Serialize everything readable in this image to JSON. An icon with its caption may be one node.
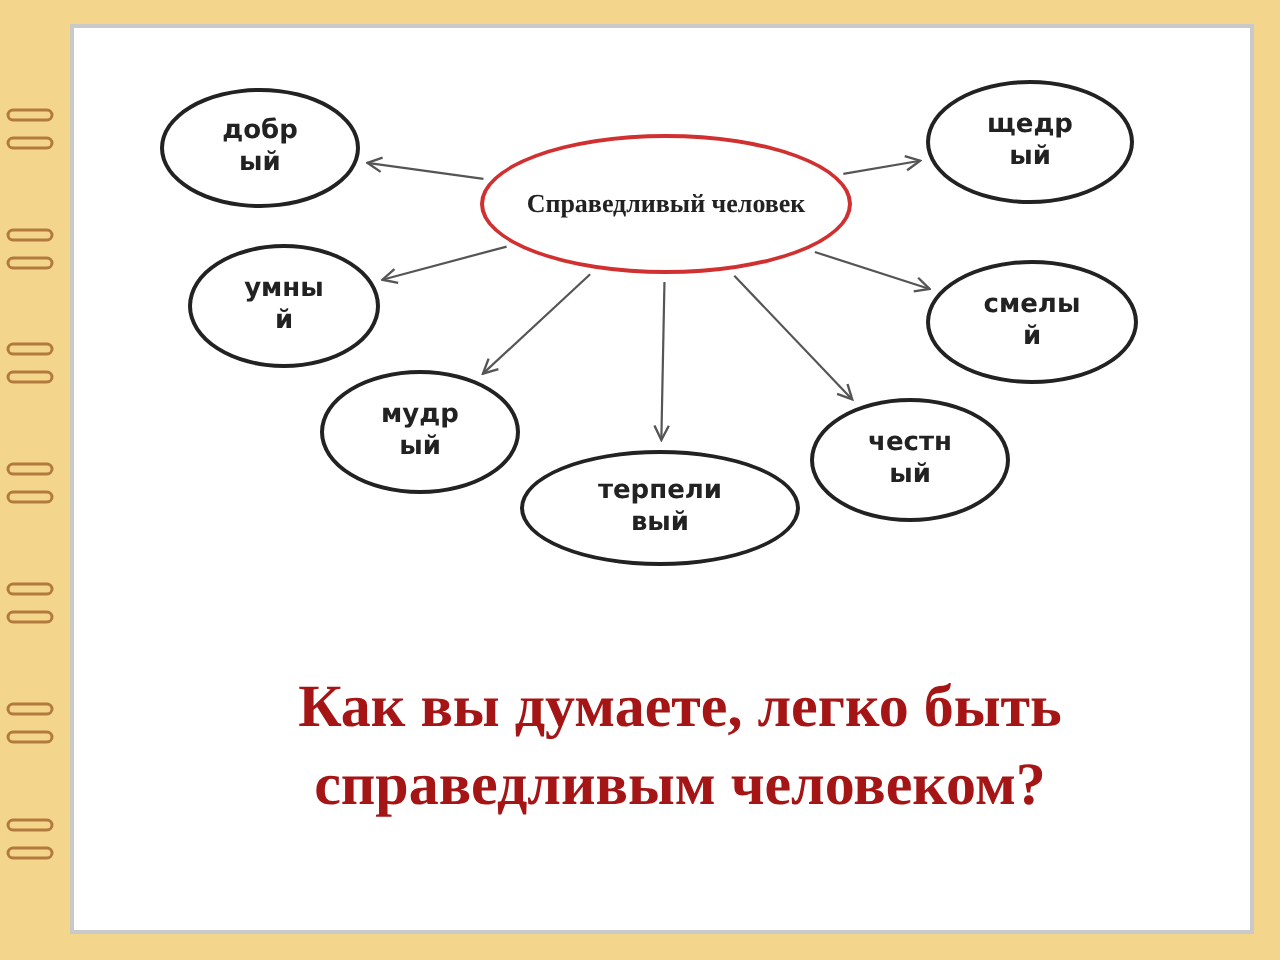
{
  "diagram": {
    "nodes": [
      {
        "text": [
          "добр ый"
        ]
      },
      {
        "text": [
          "Справедливый человек"
        ]
      },
      {
        "text": [
          "щедр ый"
        ]
      },
      {
        "text": [
          "умны й"
        ]
      },
      {
        "text": [
          "смелы й"
        ]
      },
      {
        "text": [
          "мудр ый"
        ]
      },
      {
        "text": [
          "честн ый"
        ]
      },
      {
        "text": [
          "терпели вый"
        ]
      }
    ],
    "edges": [
      {
        "from": 1,
        "to": 0,
        "arrow": "to"
      },
      {
        "from": 1,
        "to": 2,
        "arrow": "to"
      },
      {
        "from": 1,
        "to": 3,
        "arrow": "to"
      },
      {
        "from": 1,
        "to": 4,
        "arrow": "to"
      },
      {
        "from": 1,
        "to": 5,
        "arrow": "to"
      },
      {
        "from": 1,
        "to": 6,
        "arrow": "to"
      },
      {
        "from": 1,
        "to": 7,
        "arrow": "to"
      }
    ],
    "labels": [
      "Как вы думаете, легко быть справедливым человеком?"
    ]
  }
}
